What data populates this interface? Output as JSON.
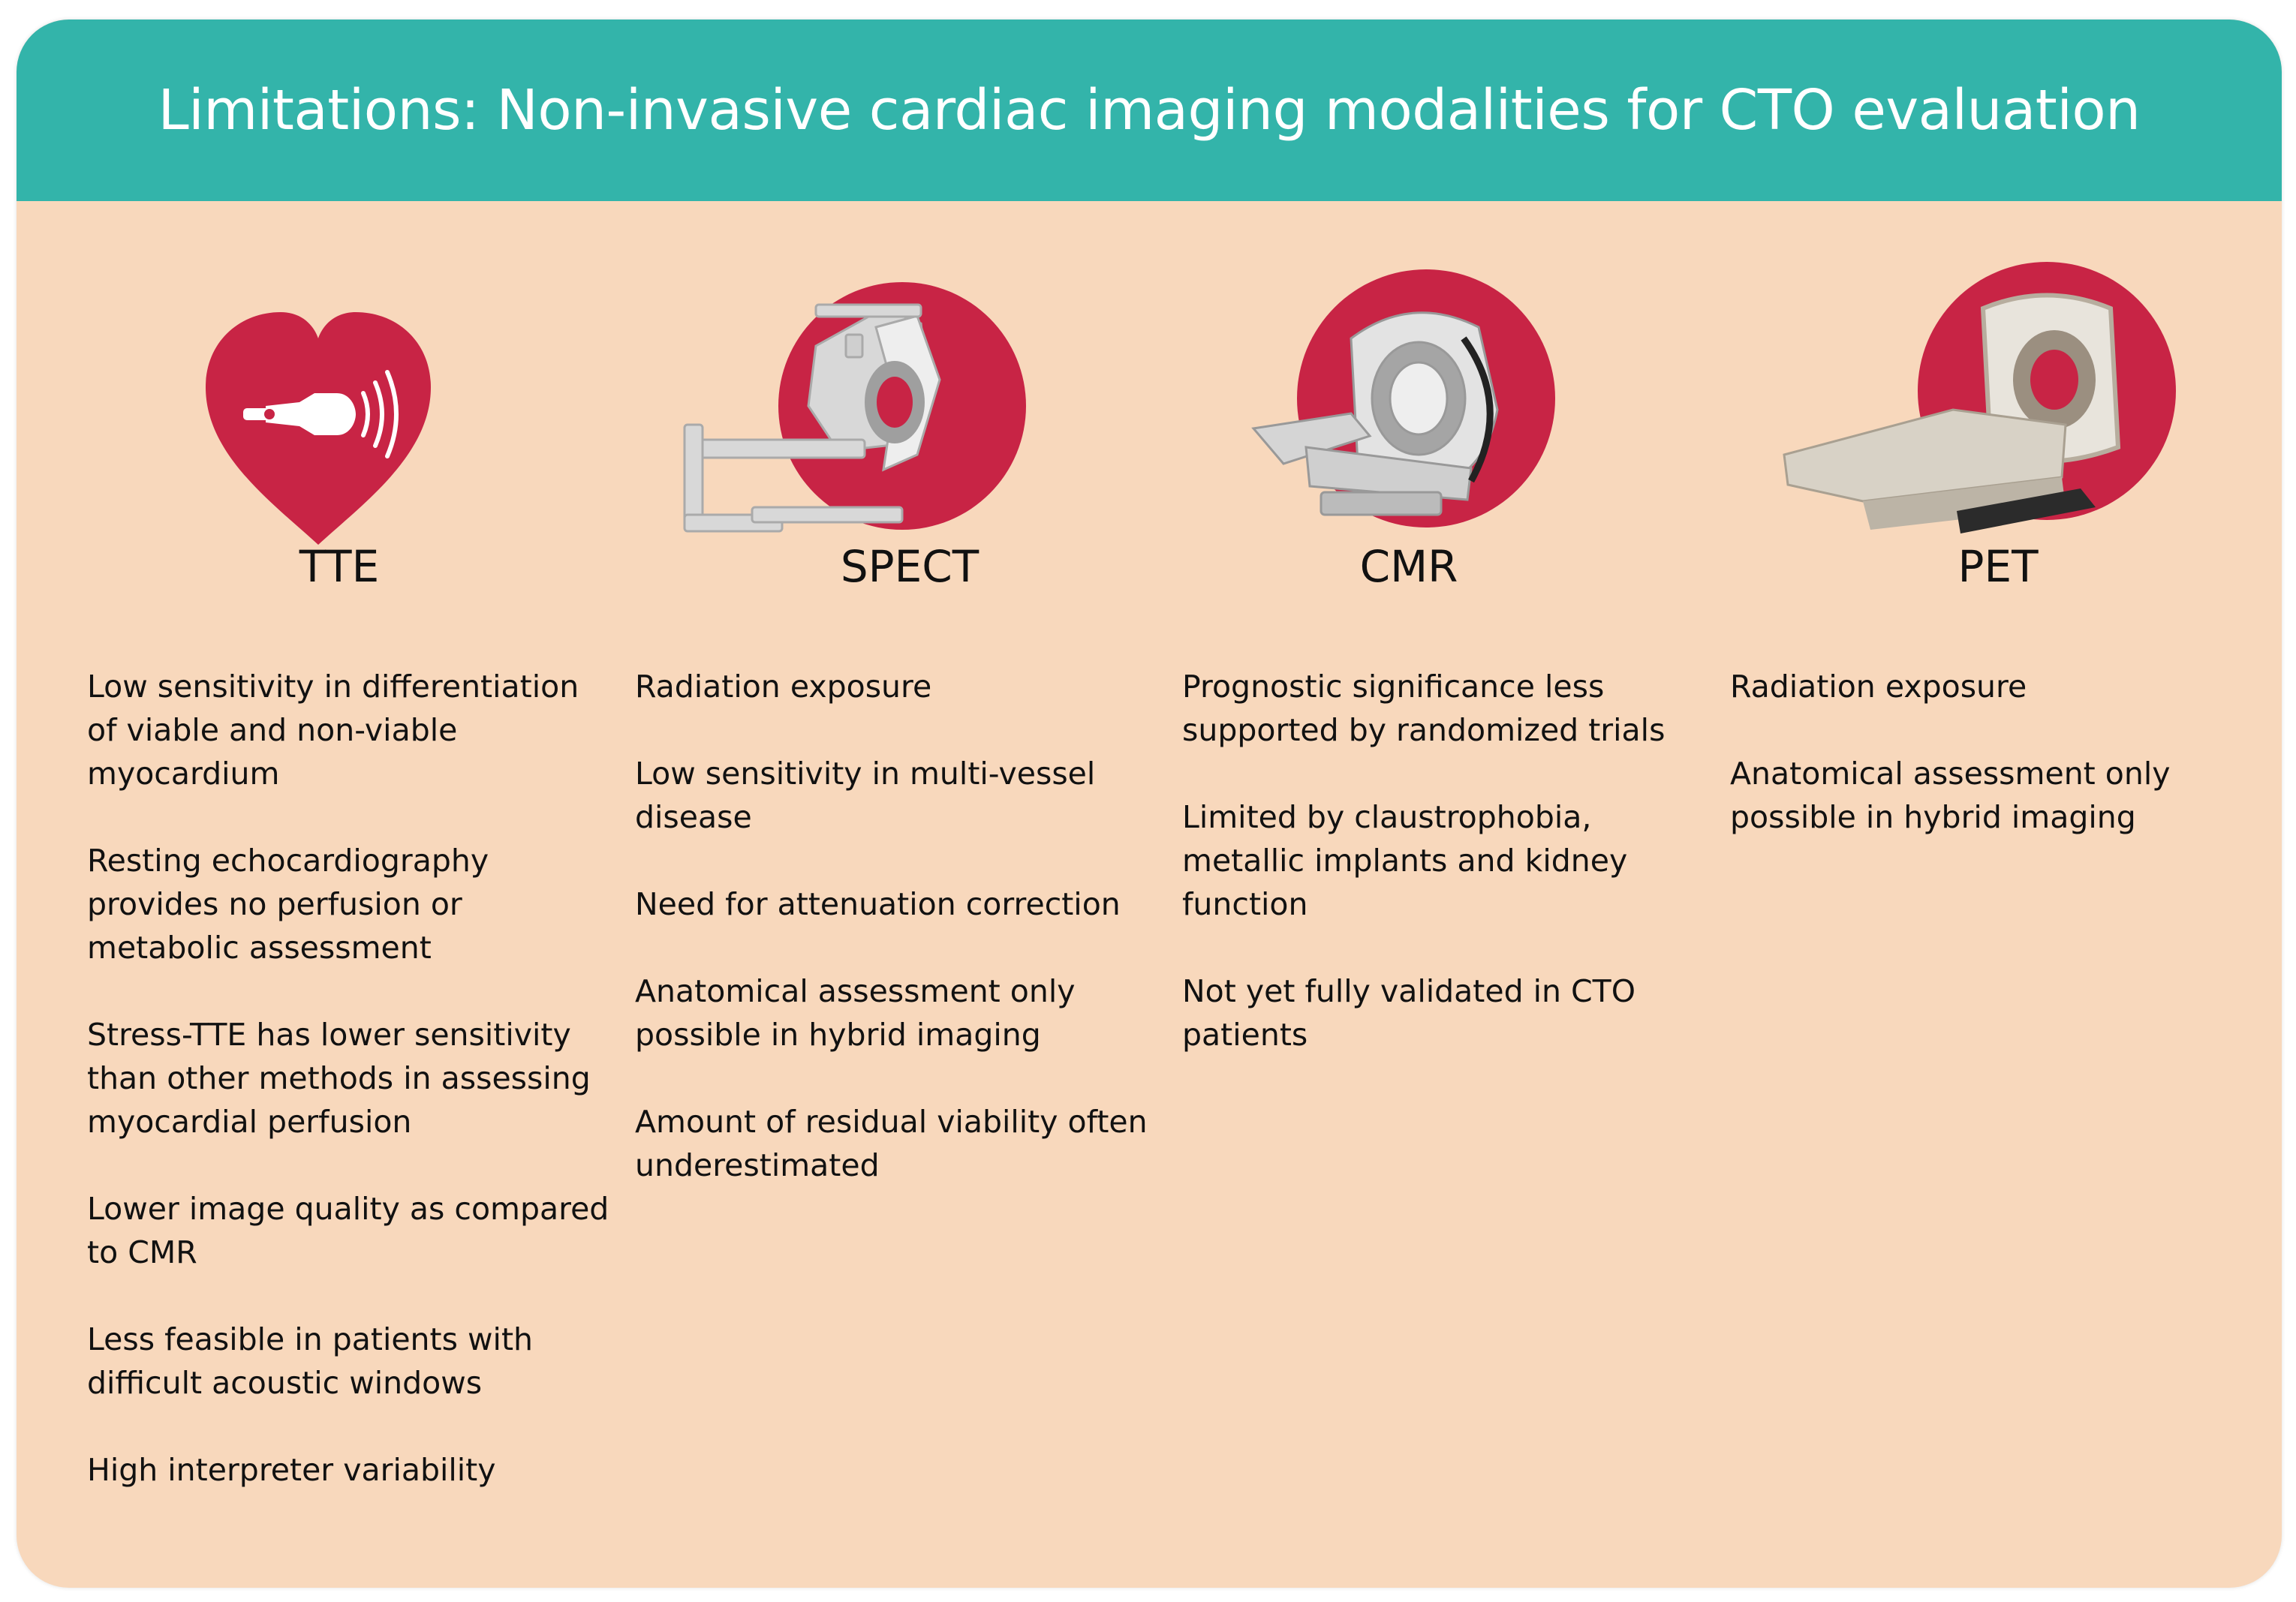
{
  "header": {
    "title": "Limitations: Non-invasive cardiac imaging modalities for CTO evaluation"
  },
  "colors": {
    "teal": "#33b4aa",
    "background": "#f8d8bc",
    "crimson": "#c82445"
  },
  "icons": [
    "heart-ultrasound-icon",
    "spect-scanner-icon",
    "mri-scanner-icon",
    "pet-scanner-icon"
  ],
  "columns": [
    {
      "title": "TTE",
      "items": [
        "Low sensitivity in differentiation of viable and non-viable myocardium",
        "Resting echocardiography provides no perfusion or metabolic assessment",
        "Stress-TTE has lower sensitivity than other methods in assessing myocardial perfusion",
        "Lower image quality as compared to CMR",
        "Less feasible in patients with difficult acoustic windows",
        "High interpreter variability"
      ]
    },
    {
      "title": "SPECT",
      "items": [
        "Radiation exposure",
        "Low sensitivity in multi-vessel disease",
        "Need for attenuation correction",
        "Anatomical assessment  only possible in hybrid imaging",
        "Amount of residual viability often underestimated"
      ]
    },
    {
      "title": "CMR",
      "items": [
        "Prognostic significance less supported by randomized trials",
        "Limited by claustrophobia, metallic implants and kidney function",
        "Not yet fully validated in CTO patients"
      ]
    },
    {
      "title": "PET",
      "items": [
        "Radiation exposure",
        "Anatomical assessment only possible in hybrid imaging"
      ]
    }
  ]
}
